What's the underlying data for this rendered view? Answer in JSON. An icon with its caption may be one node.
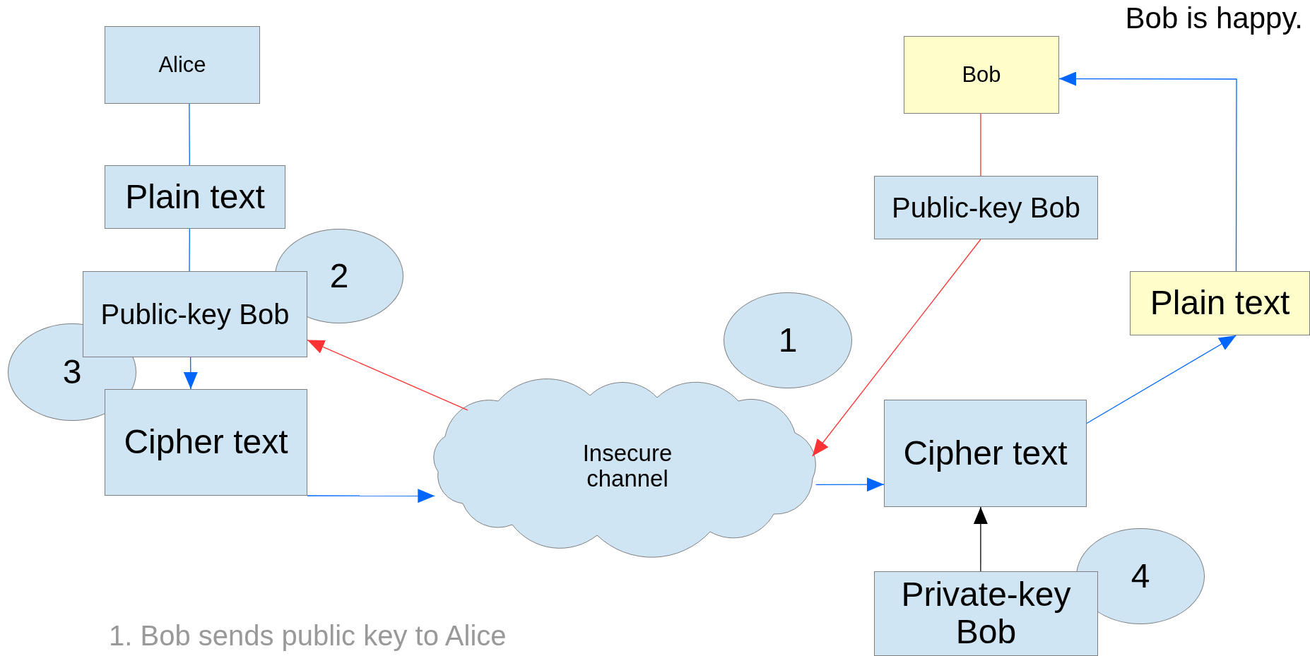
{
  "diagram": {
    "nodes": [
      {
        "text": [
          "Alice"
        ]
      },
      {
        "text": [
          "Bob"
        ]
      },
      {
        "text": [
          "Plain text"
        ]
      },
      {
        "text": [
          "Public-key Bob"
        ]
      },
      {
        "text": [
          "2"
        ]
      },
      {
        "text": [
          "Public-key Bob"
        ]
      },
      {
        "text": [
          "Plain text"
        ]
      },
      {
        "text": [
          "1"
        ]
      },
      {
        "text": [
          "3"
        ]
      },
      {
        "text": [
          "Cipher text"
        ]
      },
      {
        "text": [
          "Insecure channel"
        ]
      },
      {
        "text": [
          "Cipher text"
        ]
      },
      {
        "text": [
          "4"
        ]
      },
      {
        "text": [
          "Private-key Bob"
        ]
      }
    ],
    "edges": [
      {
        "from": 0,
        "to": 2,
        "arrow": "none"
      },
      {
        "from": 2,
        "to": 5,
        "arrow": "none"
      },
      {
        "from": 5,
        "to": 9,
        "arrow": "to"
      },
      {
        "from": 9,
        "to": 10,
        "arrow": "to"
      },
      {
        "from": 10,
        "to": 5,
        "arrow": "to",
        "color": "#ff3333"
      },
      {
        "from": 3,
        "to": 10,
        "arrow": "to",
        "color": "#ff3333"
      },
      {
        "from": 1,
        "to": 3,
        "arrow": "none",
        "color": "#ff3333"
      },
      {
        "from": 10,
        "to": 11,
        "arrow": "to"
      },
      {
        "from": 13,
        "to": 11,
        "arrow": "to",
        "color": "#000000"
      },
      {
        "from": 11,
        "to": 6,
        "arrow": "to"
      },
      {
        "from": 6,
        "to": 1,
        "arrow": "to"
      }
    ],
    "labels": [
      "Bob is happy.",
      "1. Bob sends public key to Alice"
    ]
  }
}
